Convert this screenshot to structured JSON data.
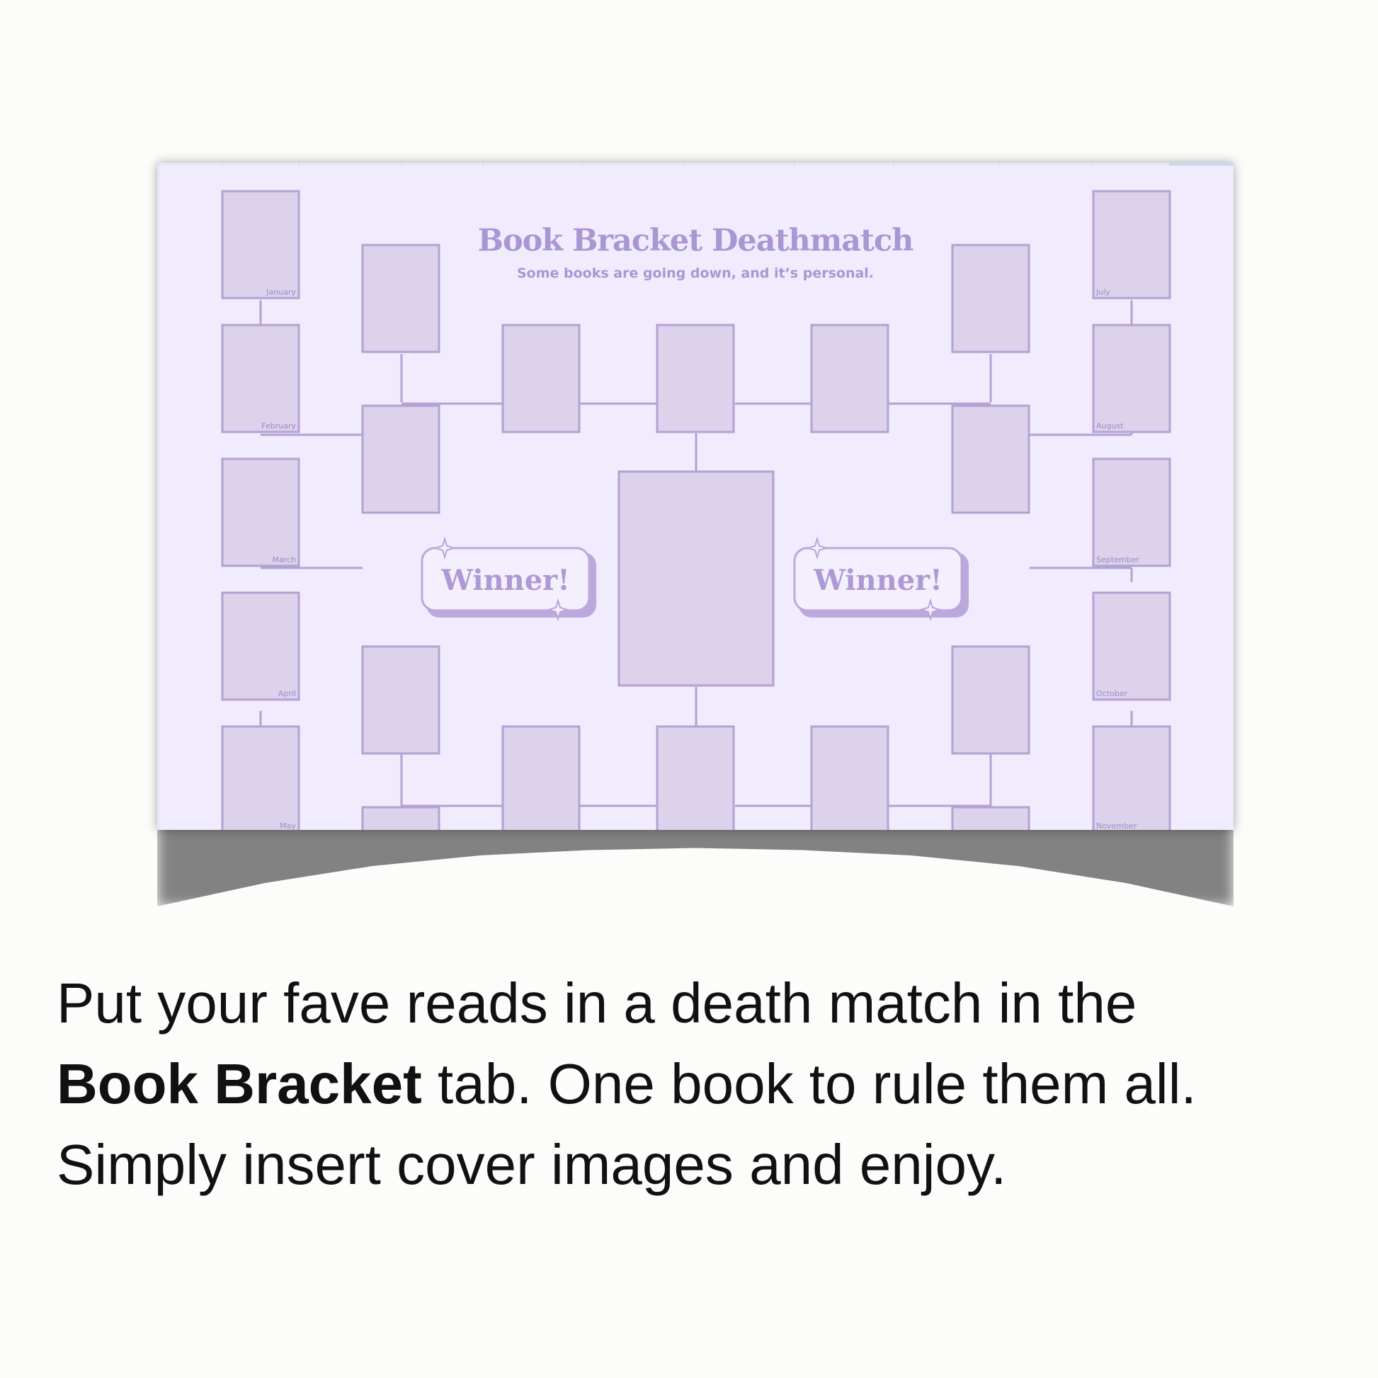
{
  "bracket": {
    "title": "Book Bracket Deathmatch",
    "subtitle": "Some books are going down, and it’s personal.",
    "winner_label": "Winner!",
    "months_left": [
      "January",
      "February",
      "March",
      "April",
      "May"
    ],
    "months_right": [
      "July",
      "August",
      "September",
      "October",
      "November"
    ]
  },
  "caption": {
    "part1": "Put your fave reads in a death match in the",
    "bold": "Book Bracket",
    "part2": "tab. One book to rule them all.",
    "part3": "Simply insert cover images and enjoy."
  },
  "colors": {
    "sheet_bg": "#f0ebfd",
    "card_fill": "#dcd2eb",
    "card_stroke": "#b3a2d2",
    "accent": "#a996d3"
  }
}
